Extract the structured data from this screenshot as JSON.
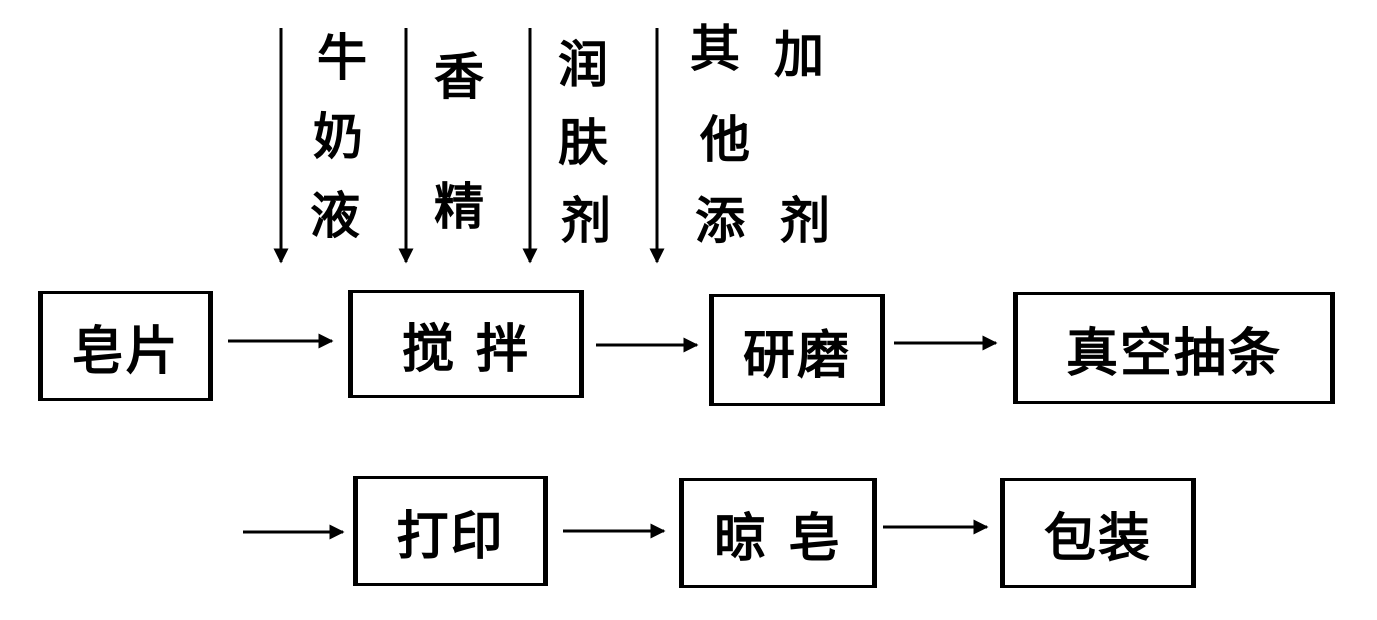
{
  "additives": {
    "milk": [
      "牛",
      "奶",
      "液"
    ],
    "fragrance": [
      "香",
      "精"
    ],
    "moisturizer": [
      "润",
      "肤",
      "剂"
    ],
    "other_top": [
      "其",
      "加"
    ],
    "other_mid": "他",
    "other_bottom": [
      "添",
      "剂"
    ]
  },
  "steps": {
    "soap_flakes": "皂片",
    "stirring": "搅 拌",
    "grinding": "研磨",
    "vacuum_extrusion": "真空抽条",
    "printing": "打印",
    "drying": "晾 皂",
    "packaging": "包装"
  }
}
